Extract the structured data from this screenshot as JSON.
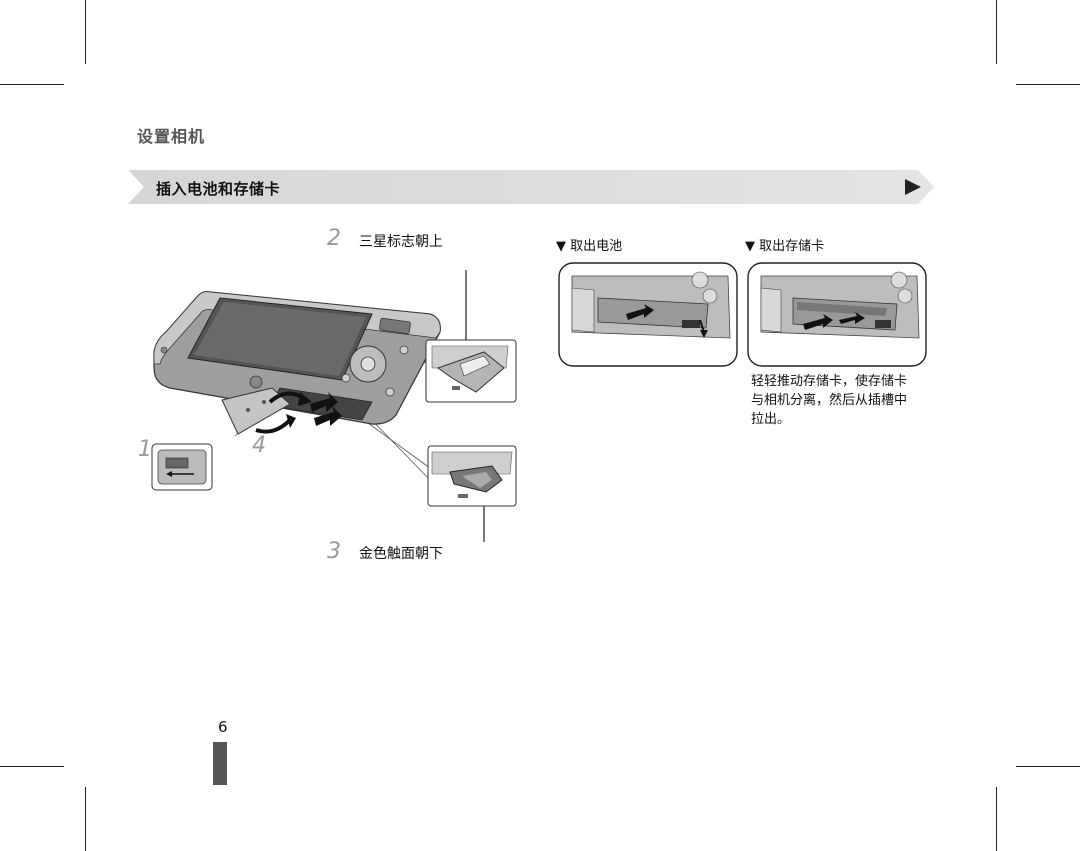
{
  "section_title": "设置相机",
  "banner": {
    "title": "插入电池和存储卡"
  },
  "steps": {
    "s1": {
      "num": "1"
    },
    "s2": {
      "num": "2",
      "text": "三星标志朝上"
    },
    "s3": {
      "num": "3",
      "text": "金色触面朝下"
    },
    "s4": {
      "num": "4"
    }
  },
  "remove_battery": {
    "label": "▼ 取出电池"
  },
  "remove_card": {
    "label": "▼ 取出存储卡",
    "description": [
      "轻轻推动存储卡，使存储卡",
      "与相机分离，然后从插槽中",
      "拉出。"
    ]
  },
  "page_number": "6"
}
